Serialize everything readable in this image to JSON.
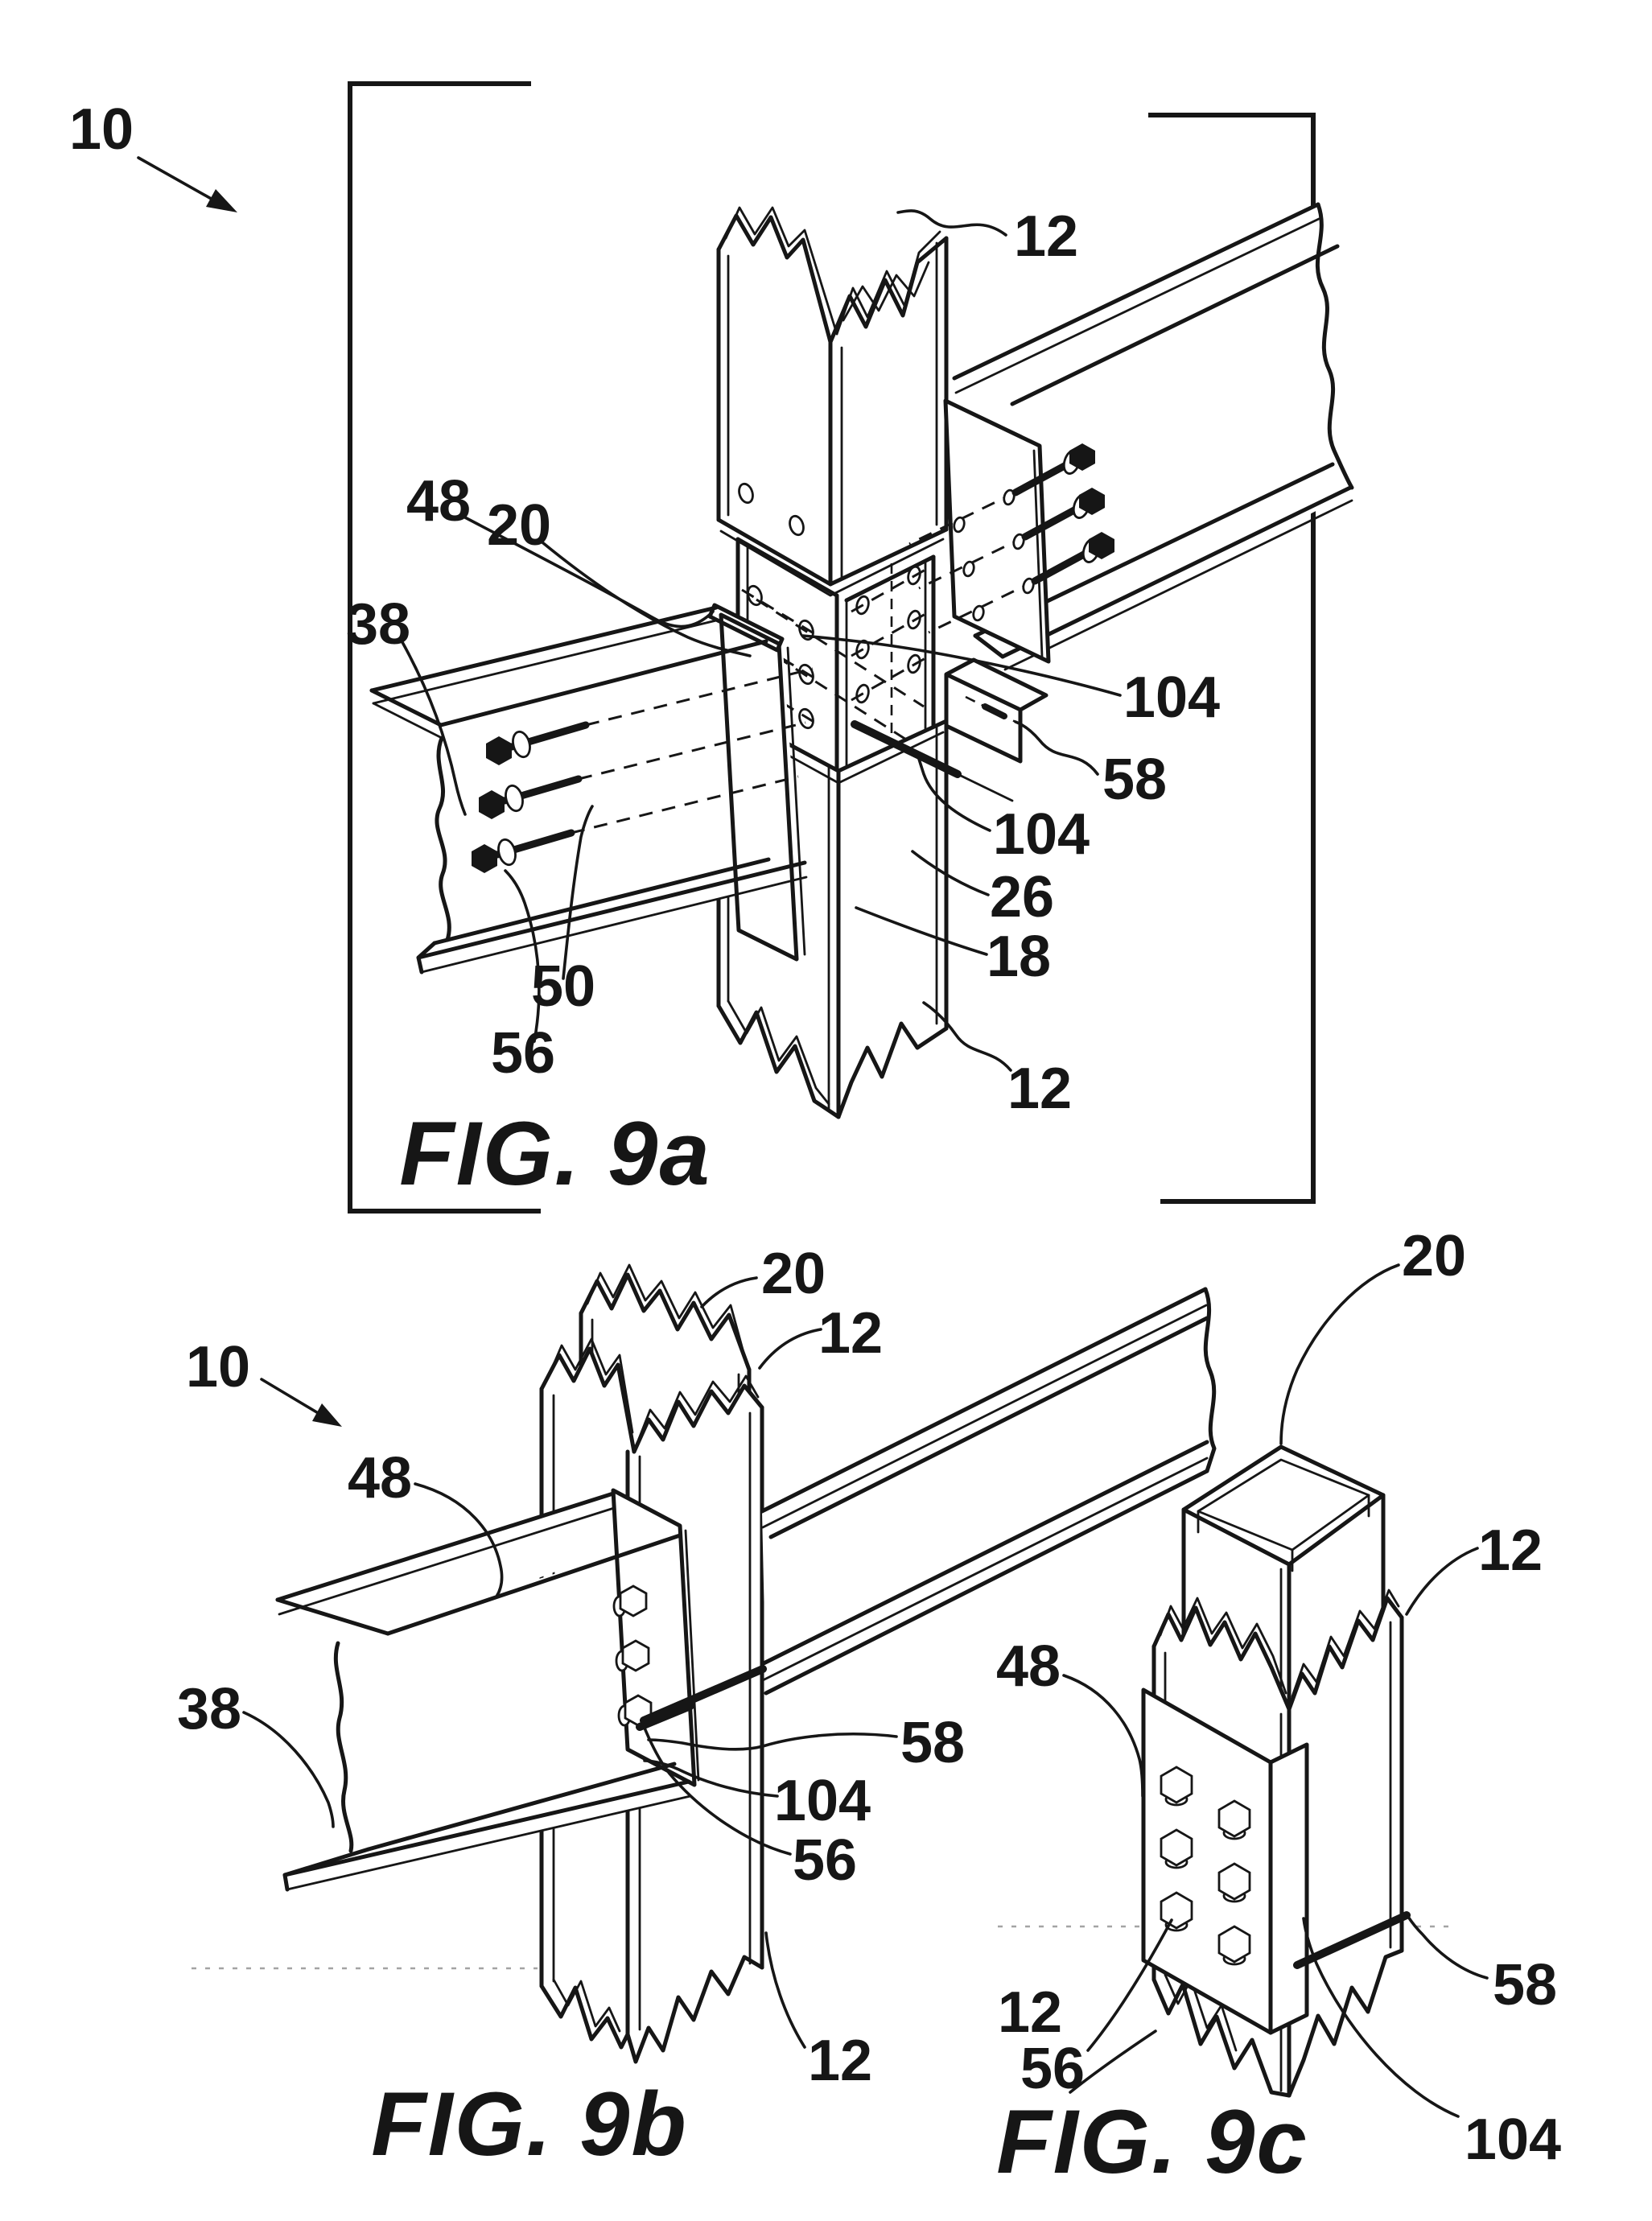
{
  "page": {
    "background_color": "#ffffff",
    "ink_color": "#161616",
    "faint_line_color": "#a4a4a4"
  },
  "fig9a": {
    "caption": "FIG. 9a",
    "labels": {
      "n10": "10",
      "n12top": "12",
      "n48": "48",
      "n20": "20",
      "n38": "38",
      "n104a": "104",
      "n58": "58",
      "n104b": "104",
      "n26": "26",
      "n18": "18",
      "n50": "50",
      "n56": "56",
      "n12bot": "12"
    }
  },
  "fig9b": {
    "caption": "FIG. 9b",
    "labels": {
      "n20": "20",
      "n12top": "12",
      "n10": "10",
      "n48": "48",
      "n38": "38",
      "n58": "58",
      "n104": "104",
      "n56": "56",
      "n12bot": "12"
    }
  },
  "fig9c": {
    "caption": "FIG. 9c",
    "labels": {
      "n20": "20",
      "n12top": "12",
      "n48": "48",
      "n56": "56",
      "n58": "58",
      "n104": "104",
      "n12bot": "12"
    }
  }
}
